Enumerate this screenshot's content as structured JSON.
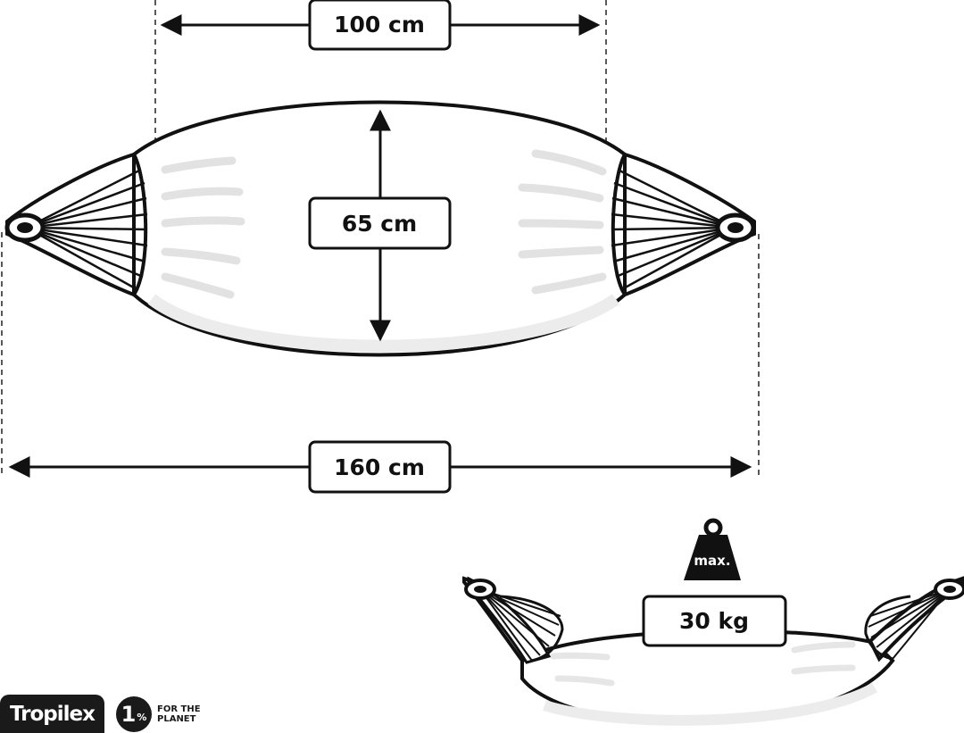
{
  "dimensions": {
    "inner_width": "100 cm",
    "body_width": "65 cm",
    "total_length": "160 cm"
  },
  "load": {
    "badge": "max.",
    "value": "30 kg"
  },
  "brand": {
    "name": "Tropilex",
    "partner_number": "1",
    "partner_symbol": "%",
    "partner_line1": "FOR THE",
    "partner_line2": "PLANET"
  },
  "colors": {
    "outline": "#111111",
    "fill": "#ffffff",
    "shade": "#e6e6e6",
    "label_border": "#222222"
  }
}
